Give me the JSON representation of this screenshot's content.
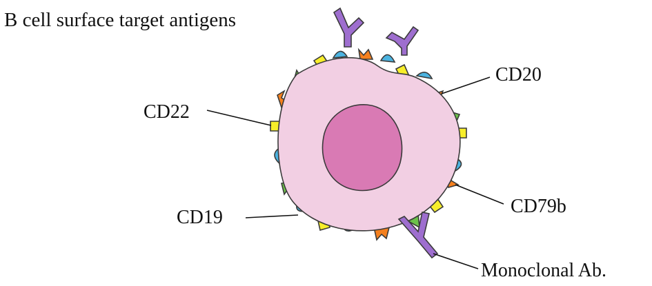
{
  "title": "B cell surface target antigens",
  "labels": {
    "cd20": "CD20",
    "cd22": "CD22",
    "cd19": "CD19",
    "cd79b": "CD79b",
    "monoclonal_ab": "Monoclonal Ab."
  },
  "colors": {
    "cytoplasm": "#f2cfe3",
    "nucleus": "#d97ab4",
    "cd19_blue": "#4bb3e0",
    "cd22_yellow": "#f7ee2a",
    "cd20_orange": "#f5801e",
    "cd79b_green": "#6cc24a",
    "antibody_purple": "#9e6ecf"
  }
}
